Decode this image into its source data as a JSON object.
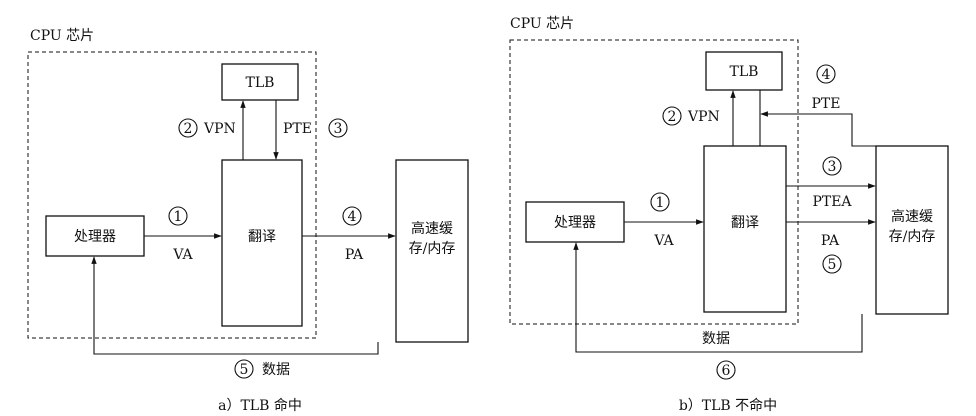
{
  "left": {
    "chip_label": "CPU 芯片",
    "tlb": "TLB",
    "processor": "处理器",
    "translate": "翻译",
    "cache_line1": "高速缓",
    "cache_line2": "存/内存",
    "steps": {
      "s1": "1",
      "s2": "2",
      "s3": "3",
      "s4": "4",
      "s5": "5"
    },
    "labels": {
      "vpn": "VPN",
      "pte": "PTE",
      "va": "VA",
      "pa": "PA",
      "data": "数据"
    },
    "caption": "a）TLB 命中"
  },
  "right": {
    "chip_label": "CPU 芯片",
    "tlb": "TLB",
    "processor": "处理器",
    "translate": "翻译",
    "cache_line1": "高速缓",
    "cache_line2": "存/内存",
    "steps": {
      "s1": "1",
      "s2": "2",
      "s3": "3",
      "s4": "4",
      "s5": "5",
      "s6": "6"
    },
    "labels": {
      "vpn": "VPN",
      "pte": "PTE",
      "ptea": "PTEA",
      "va": "VA",
      "pa": "PA",
      "data": "数据"
    },
    "caption": "b）TLB 不命中"
  }
}
